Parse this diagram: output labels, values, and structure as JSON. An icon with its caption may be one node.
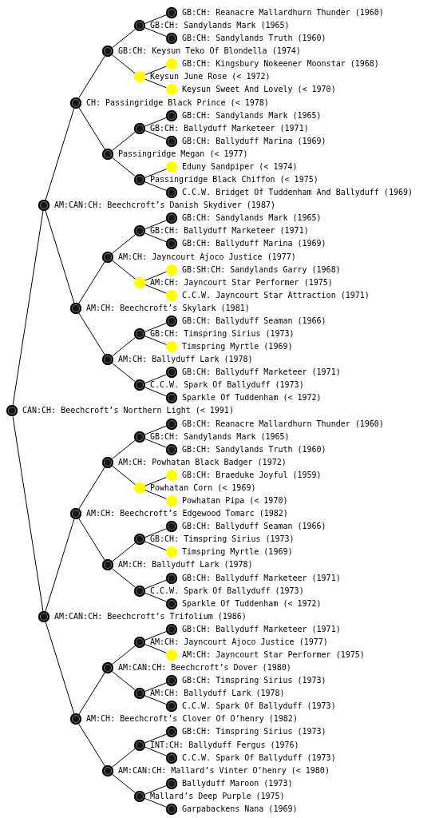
{
  "diagram": {
    "nodes": [
      {
        "text": [
          "GB:CH: Reanacre Mallardhurn Thunder (1960)"
        ]
      },
      {
        "text": [
          "GB:CH: Sandylands Mark (1965)"
        ]
      },
      {
        "text": [
          "GB:CH: Sandylands Truth (1960)"
        ]
      },
      {
        "text": [
          "GB:CH: Keysun Teko Of Blondella (1974)"
        ]
      },
      {
        "text": [
          "GB:CH: Kingsbury Nokeener Moonstar (1968)"
        ]
      },
      {
        "text": [
          "Keysun June Rose (< 1972)"
        ]
      },
      {
        "text": [
          "Keysun Sweet And Lovely (< 1970)"
        ]
      },
      {
        "text": [
          "CH: Passingridge Black Prince (< 1978)"
        ]
      },
      {
        "text": [
          "GB:CH: Sandylands Mark (1965)"
        ]
      },
      {
        "text": [
          "GB:CH: Ballyduff Marketeer (1971)"
        ]
      },
      {
        "text": [
          "GB:CH: Ballyduff Marina (1969)"
        ]
      },
      {
        "text": [
          "Passingridge Megan (< 1977)"
        ]
      },
      {
        "text": [
          "Eduny Sandpiper (< 1974)"
        ]
      },
      {
        "text": [
          "Passingridge Black Chiffon (< 1975)"
        ]
      },
      {
        "text": [
          "C.C.W. Bridget Of Tuddenham And Ballyduff (1969)"
        ]
      },
      {
        "text": [
          "AM:CAN:CH: Beechcroft’s Danish Skydiver (1987)"
        ]
      },
      {
        "text": [
          "GB:CH: Sandylands Mark (1965)"
        ]
      },
      {
        "text": [
          "GB:CH: Ballyduff Marketeer (1971)"
        ]
      },
      {
        "text": [
          "GB:CH: Ballyduff Marina (1969)"
        ]
      },
      {
        "text": [
          "AM:CH: Jayncourt Ajoco Justice (1977)"
        ]
      },
      {
        "text": [
          "GB:SH:CH: Sandylands Garry (1968)"
        ]
      },
      {
        "text": [
          "AM:CH: Jayncourt Star Performer (1975)"
        ]
      },
      {
        "text": [
          "C.C.W. Jayncourt Star Attraction (1971)"
        ]
      },
      {
        "text": [
          "AM:CH: Beechcroft’s Skylark (1981)"
        ]
      },
      {
        "text": [
          "GB:CH: Ballyduff Seaman (1966)"
        ]
      },
      {
        "text": [
          "GB:CH: Timspring Sirius (1973)"
        ]
      },
      {
        "text": [
          "Timspring Myrtle (1969)"
        ]
      },
      {
        "text": [
          "AM:CH: Ballyduff Lark (1978)"
        ]
      },
      {
        "text": [
          "GB:CH: Ballyduff Marketeer (1971)"
        ]
      },
      {
        "text": [
          "C.C.W. Spark Of Ballyduff (1973)"
        ]
      },
      {
        "text": [
          "Sparkle Of Tuddenham (< 1972)"
        ]
      },
      {
        "text": [
          "CAN:CH: Beechcroft’s Northern Light (< 1991)"
        ]
      },
      {
        "text": [
          "GB:CH: Reanacre Mallardhurn Thunder (1960)"
        ]
      },
      {
        "text": [
          "GB:CH: Sandylands Mark (1965)"
        ]
      },
      {
        "text": [
          "GB:CH: Sandylands Truth (1960)"
        ]
      },
      {
        "text": [
          "AM:CH: Powhatan Black Badger (1972)"
        ]
      },
      {
        "text": [
          "GB:CH: Braeduke Joyful (1959)"
        ]
      },
      {
        "text": [
          "Powhatan Corn (< 1969)"
        ]
      },
      {
        "text": [
          "Powhatan Pipa (< 1970)"
        ]
      },
      {
        "text": [
          "AM:CH: Beechcroft’s Edgewood Tomarc (1982)"
        ]
      },
      {
        "text": [
          "GB:CH: Ballyduff Seaman (1966)"
        ]
      },
      {
        "text": [
          "GB:CH: Timspring Sirius (1973)"
        ]
      },
      {
        "text": [
          "Timspring Myrtle (1969)"
        ]
      },
      {
        "text": [
          "AM:CH: Ballyduff Lark (1978)"
        ]
      },
      {
        "text": [
          "GB:CH: Ballyduff Marketeer (1971)"
        ]
      },
      {
        "text": [
          "C.C.W. Spark Of Ballyduff (1973)"
        ]
      },
      {
        "text": [
          "Sparkle Of Tuddenham (< 1972)"
        ]
      },
      {
        "text": [
          "AM:CAN:CH: Beechcroft’s Trifolium (1986)"
        ]
      },
      {
        "text": [
          "GB:CH: Ballyduff Marketeer (1971)"
        ]
      },
      {
        "text": [
          "AM:CH: Jayncourt Ajoco Justice (1977)"
        ]
      },
      {
        "text": [
          "AM:CH: Jayncourt Star Performer (1975)"
        ]
      },
      {
        "text": [
          "AM:CAN:CH: Beechcroft’s Dover (1980)"
        ]
      },
      {
        "text": [
          "GB:CH: Timspring Sirius (1973)"
        ]
      },
      {
        "text": [
          "AM:CH: Ballyduff Lark (1978)"
        ]
      },
      {
        "text": [
          "C.C.W. Spark Of Ballyduff (1973)"
        ]
      },
      {
        "text": [
          "AM:CH: Beechcroft’s Clover Of O’henry (1982)"
        ]
      },
      {
        "text": [
          "GB:CH: Timspring Sirius (1973)"
        ]
      },
      {
        "text": [
          "INT:CH: Ballyduff Fergus (1976)"
        ]
      },
      {
        "text": [
          "C.C.W. Spark Of Ballyduff (1973)"
        ]
      },
      {
        "text": [
          "AM:CAN:CH: Mallard’s Vinter O’henry (< 1980)"
        ]
      },
      {
        "text": [
          "Ballyduff Maroon (1973)"
        ]
      },
      {
        "text": [
          "Mallard’s Deep Purple (1975)"
        ]
      },
      {
        "text": [
          "Garpabackens Nana (1969)"
        ]
      }
    ],
    "edges": [
      {
        "from": 1,
        "to": 0,
        "arrow": "none"
      },
      {
        "from": 1,
        "to": 2,
        "arrow": "none"
      },
      {
        "from": 3,
        "to": 1,
        "arrow": "none"
      },
      {
        "from": 3,
        "to": 5,
        "arrow": "none"
      },
      {
        "from": 5,
        "to": 4,
        "arrow": "none"
      },
      {
        "from": 5,
        "to": 6,
        "arrow": "none"
      },
      {
        "from": 7,
        "to": 3,
        "arrow": "none"
      },
      {
        "from": 7,
        "to": 11,
        "arrow": "none"
      },
      {
        "from": 9,
        "to": 8,
        "arrow": "none"
      },
      {
        "from": 9,
        "to": 10,
        "arrow": "none"
      },
      {
        "from": 11,
        "to": 9,
        "arrow": "none"
      },
      {
        "from": 11,
        "to": 13,
        "arrow": "none"
      },
      {
        "from": 13,
        "to": 12,
        "arrow": "none"
      },
      {
        "from": 13,
        "to": 14,
        "arrow": "none"
      },
      {
        "from": 15,
        "to": 7,
        "arrow": "none"
      },
      {
        "from": 15,
        "to": 23,
        "arrow": "none"
      },
      {
        "from": 17,
        "to": 16,
        "arrow": "none"
      },
      {
        "from": 17,
        "to": 18,
        "arrow": "none"
      },
      {
        "from": 19,
        "to": 17,
        "arrow": "none"
      },
      {
        "from": 19,
        "to": 21,
        "arrow": "none"
      },
      {
        "from": 21,
        "to": 20,
        "arrow": "none"
      },
      {
        "from": 21,
        "to": 22,
        "arrow": "none"
      },
      {
        "from": 23,
        "to": 19,
        "arrow": "none"
      },
      {
        "from": 23,
        "to": 27,
        "arrow": "none"
      },
      {
        "from": 25,
        "to": 24,
        "arrow": "none"
      },
      {
        "from": 25,
        "to": 26,
        "arrow": "none"
      },
      {
        "from": 27,
        "to": 25,
        "arrow": "none"
      },
      {
        "from": 27,
        "to": 29,
        "arrow": "none"
      },
      {
        "from": 29,
        "to": 28,
        "arrow": "none"
      },
      {
        "from": 29,
        "to": 30,
        "arrow": "none"
      },
      {
        "from": 31,
        "to": 15,
        "arrow": "none"
      },
      {
        "from": 31,
        "to": 47,
        "arrow": "none"
      },
      {
        "from": 33,
        "to": 32,
        "arrow": "none"
      },
      {
        "from": 33,
        "to": 34,
        "arrow": "none"
      },
      {
        "from": 35,
        "to": 33,
        "arrow": "none"
      },
      {
        "from": 35,
        "to": 37,
        "arrow": "none"
      },
      {
        "from": 37,
        "to": 36,
        "arrow": "none"
      },
      {
        "from": 37,
        "to": 38,
        "arrow": "none"
      },
      {
        "from": 39,
        "to": 35,
        "arrow": "none"
      },
      {
        "from": 39,
        "to": 43,
        "arrow": "none"
      },
      {
        "from": 41,
        "to": 40,
        "arrow": "none"
      },
      {
        "from": 41,
        "to": 42,
        "arrow": "none"
      },
      {
        "from": 43,
        "to": 41,
        "arrow": "none"
      },
      {
        "from": 43,
        "to": 45,
        "arrow": "none"
      },
      {
        "from": 45,
        "to": 44,
        "arrow": "none"
      },
      {
        "from": 45,
        "to": 46,
        "arrow": "none"
      },
      {
        "from": 47,
        "to": 39,
        "arrow": "none"
      },
      {
        "from": 47,
        "to": 55,
        "arrow": "none"
      },
      {
        "from": 49,
        "to": 48,
        "arrow": "none"
      },
      {
        "from": 49,
        "to": 50,
        "arrow": "none"
      },
      {
        "from": 51,
        "to": 49,
        "arrow": "none"
      },
      {
        "from": 51,
        "to": 53,
        "arrow": "none"
      },
      {
        "from": 53,
        "to": 52,
        "arrow": "none"
      },
      {
        "from": 53,
        "to": 54,
        "arrow": "none"
      },
      {
        "from": 55,
        "to": 51,
        "arrow": "none"
      },
      {
        "from": 55,
        "to": 59,
        "arrow": "none"
      },
      {
        "from": 57,
        "to": 56,
        "arrow": "none"
      },
      {
        "from": 57,
        "to": 58,
        "arrow": "none"
      },
      {
        "from": 59,
        "to": 57,
        "arrow": "none"
      },
      {
        "from": 59,
        "to": 61,
        "arrow": "none"
      },
      {
        "from": 61,
        "to": 60,
        "arrow": "none"
      },
      {
        "from": 61,
        "to": 62,
        "arrow": "none"
      }
    ]
  }
}
